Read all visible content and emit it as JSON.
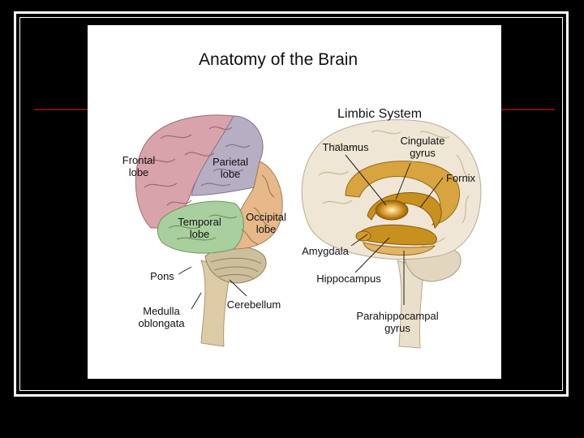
{
  "slide": {
    "title": "Anatomy of the Brain",
    "colors": {
      "background": "#000000",
      "frame": "#ffffff",
      "accent_line": "#7a1010"
    }
  },
  "left_brain": {
    "labels": {
      "frontal": "Frontal\nlobe",
      "parietal": "Parietal\nlobe",
      "temporal": "Temporal\nlobe",
      "occipital": "Occipital\nlobe",
      "pons": "Pons",
      "medulla": "Medulla\noblongata",
      "cerebellum": "Cerebellum"
    },
    "colors": {
      "frontal": "#d9a3ab",
      "parietal": "#b7aec4",
      "temporal": "#a9cf9e",
      "occipital": "#e6b88a",
      "stem": "#dccba4"
    }
  },
  "right_brain": {
    "subtitle": "Limbic System",
    "labels": {
      "thalamus": "Thalamus",
      "cingulate": "Cingulate\ngyrus",
      "fornix": "Fornix",
      "amygdala": "Amygdala",
      "hippocampus": "Hippocampus",
      "parahippocampal": "Parahippocampal\ngyrus"
    },
    "colors": {
      "cortex": "#efe6d6",
      "limbic": "#c8901e"
    }
  }
}
